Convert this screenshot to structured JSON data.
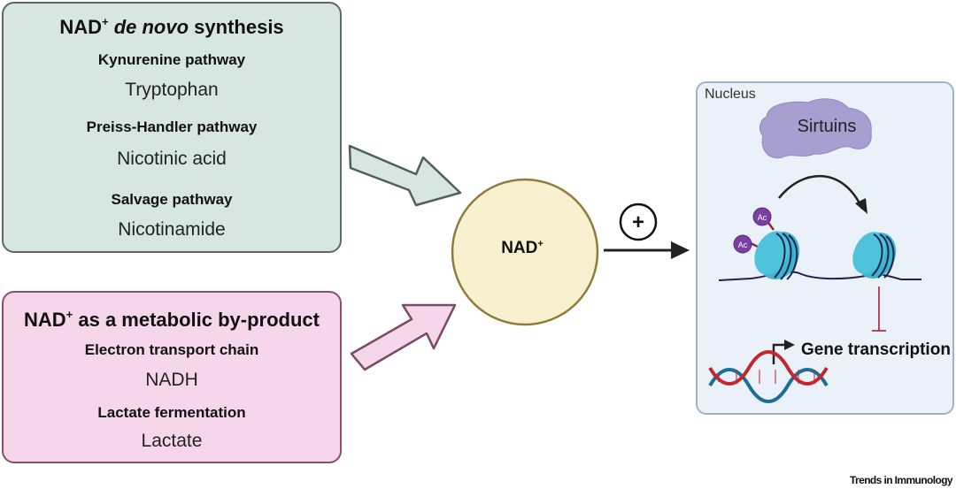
{
  "denovo_box": {
    "title_prefix": "NAD",
    "title_sup": "+",
    "title_italic": "de novo",
    "title_suffix": "synthesis",
    "pathways": [
      {
        "name": "Kynurenine pathway",
        "substrate": "Tryptophan"
      },
      {
        "name": "Preiss-Handler pathway",
        "substrate": "Nicotinic acid"
      },
      {
        "name": "Salvage pathway",
        "substrate": "Nicotinamide"
      }
    ]
  },
  "byproduct_box": {
    "title_prefix": "NAD",
    "title_sup": "+",
    "title_suffix": "as a metabolic by-product",
    "pathways": [
      {
        "name": "Electron transport chain",
        "substrate": "NADH"
      },
      {
        "name": "Lactate fermentation",
        "substrate": "Lactate"
      }
    ]
  },
  "center": {
    "label": "NAD",
    "sup": "+",
    "effect_symbol": "+"
  },
  "nucleus": {
    "label": "Nucleus",
    "enzyme": "Sirtuins",
    "acetyl_mark": "Ac",
    "outcome": "Gene transcription"
  },
  "colors": {
    "denovo_fill": "#d8e6e2",
    "byproduct_fill": "#f5d6ea",
    "nad_fill": "#f7f1cf",
    "nucleus_fill": "#eaf1f9",
    "sirtuin": "#a79fcf",
    "histone": "#3fb4cf",
    "acetyl": "#7b3fa3",
    "inhibition": "#b0364a"
  },
  "credit": "Trends in Immunology"
}
